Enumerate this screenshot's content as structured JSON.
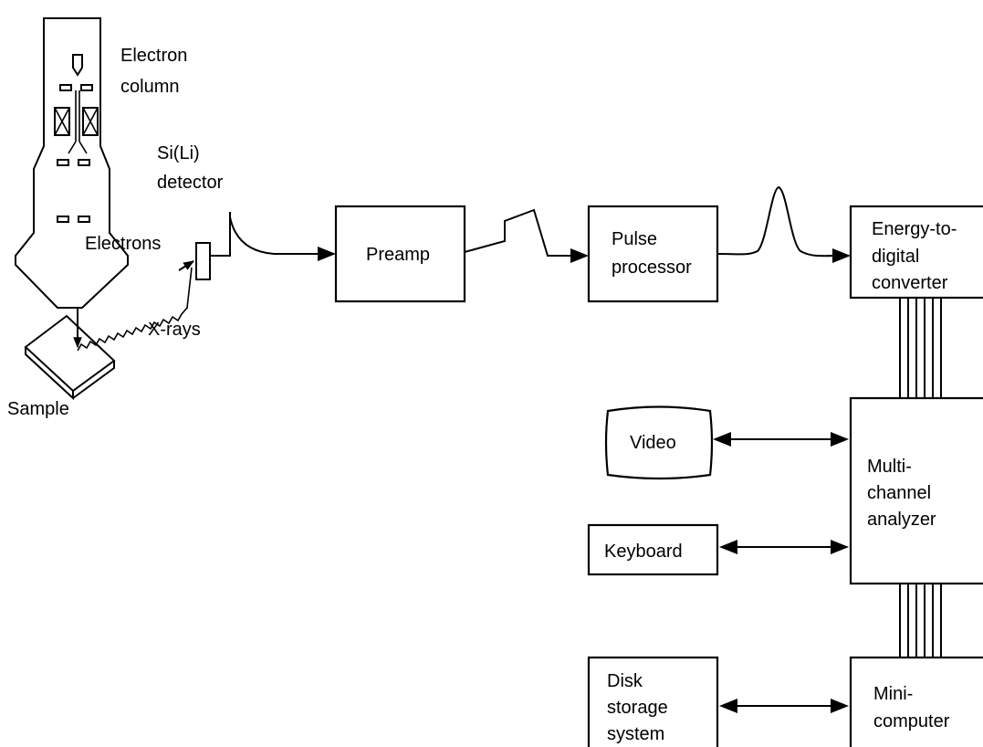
{
  "labels": {
    "electron_column": [
      "Electron",
      "column"
    ],
    "si_li_detector": [
      "Si(Li)",
      "detector"
    ],
    "electrons": "Electrons",
    "x_rays": "X-rays",
    "sample": "Sample"
  },
  "blocks": {
    "preamp": [
      "Preamp"
    ],
    "pulse_processor": [
      "Pulse",
      "processor"
    ],
    "energy_to_digital_converter": [
      "Energy-to-",
      "digital",
      "converter"
    ],
    "multichannel_analyzer": [
      "Multi-",
      "channel",
      "analyzer"
    ],
    "video": [
      "Video"
    ],
    "keyboard": [
      "Keyboard"
    ],
    "disk_storage_system": [
      "Disk",
      "storage",
      "system"
    ],
    "minicomputer": [
      "Mini-",
      "computer"
    ]
  },
  "colors": {
    "stroke": "#000000",
    "background": "#ffffff"
  }
}
